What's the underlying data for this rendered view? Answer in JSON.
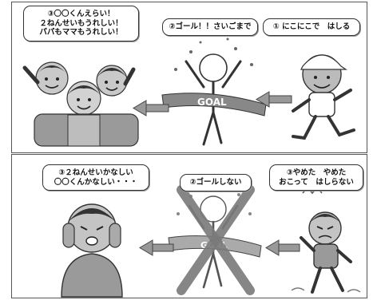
{
  "panels": {
    "top": {
      "bubble_cheer": [
        "③〇〇くんえらい！",
        "２ねんせいもうれしい！",
        "パパもママもうれしい！"
      ],
      "bubble_goal": "②ゴール！！さいごまで",
      "bubble_run": "① にこにこで　はしる",
      "goal_tape": "GOAL"
    },
    "bottom": {
      "bubble_sad": [
        "③２ねんせいかなしい",
        "〇〇くんかなしい・・・"
      ],
      "bubble_no_goal": "②ゴールしない",
      "bubble_quit": [
        "③やめた　やめた",
        "おこって　はしらない"
      ],
      "goal_tape": "GOAL"
    }
  },
  "colors": {
    "ink": "#333333",
    "tape": "#888888",
    "cross": "#7a7a7a"
  }
}
